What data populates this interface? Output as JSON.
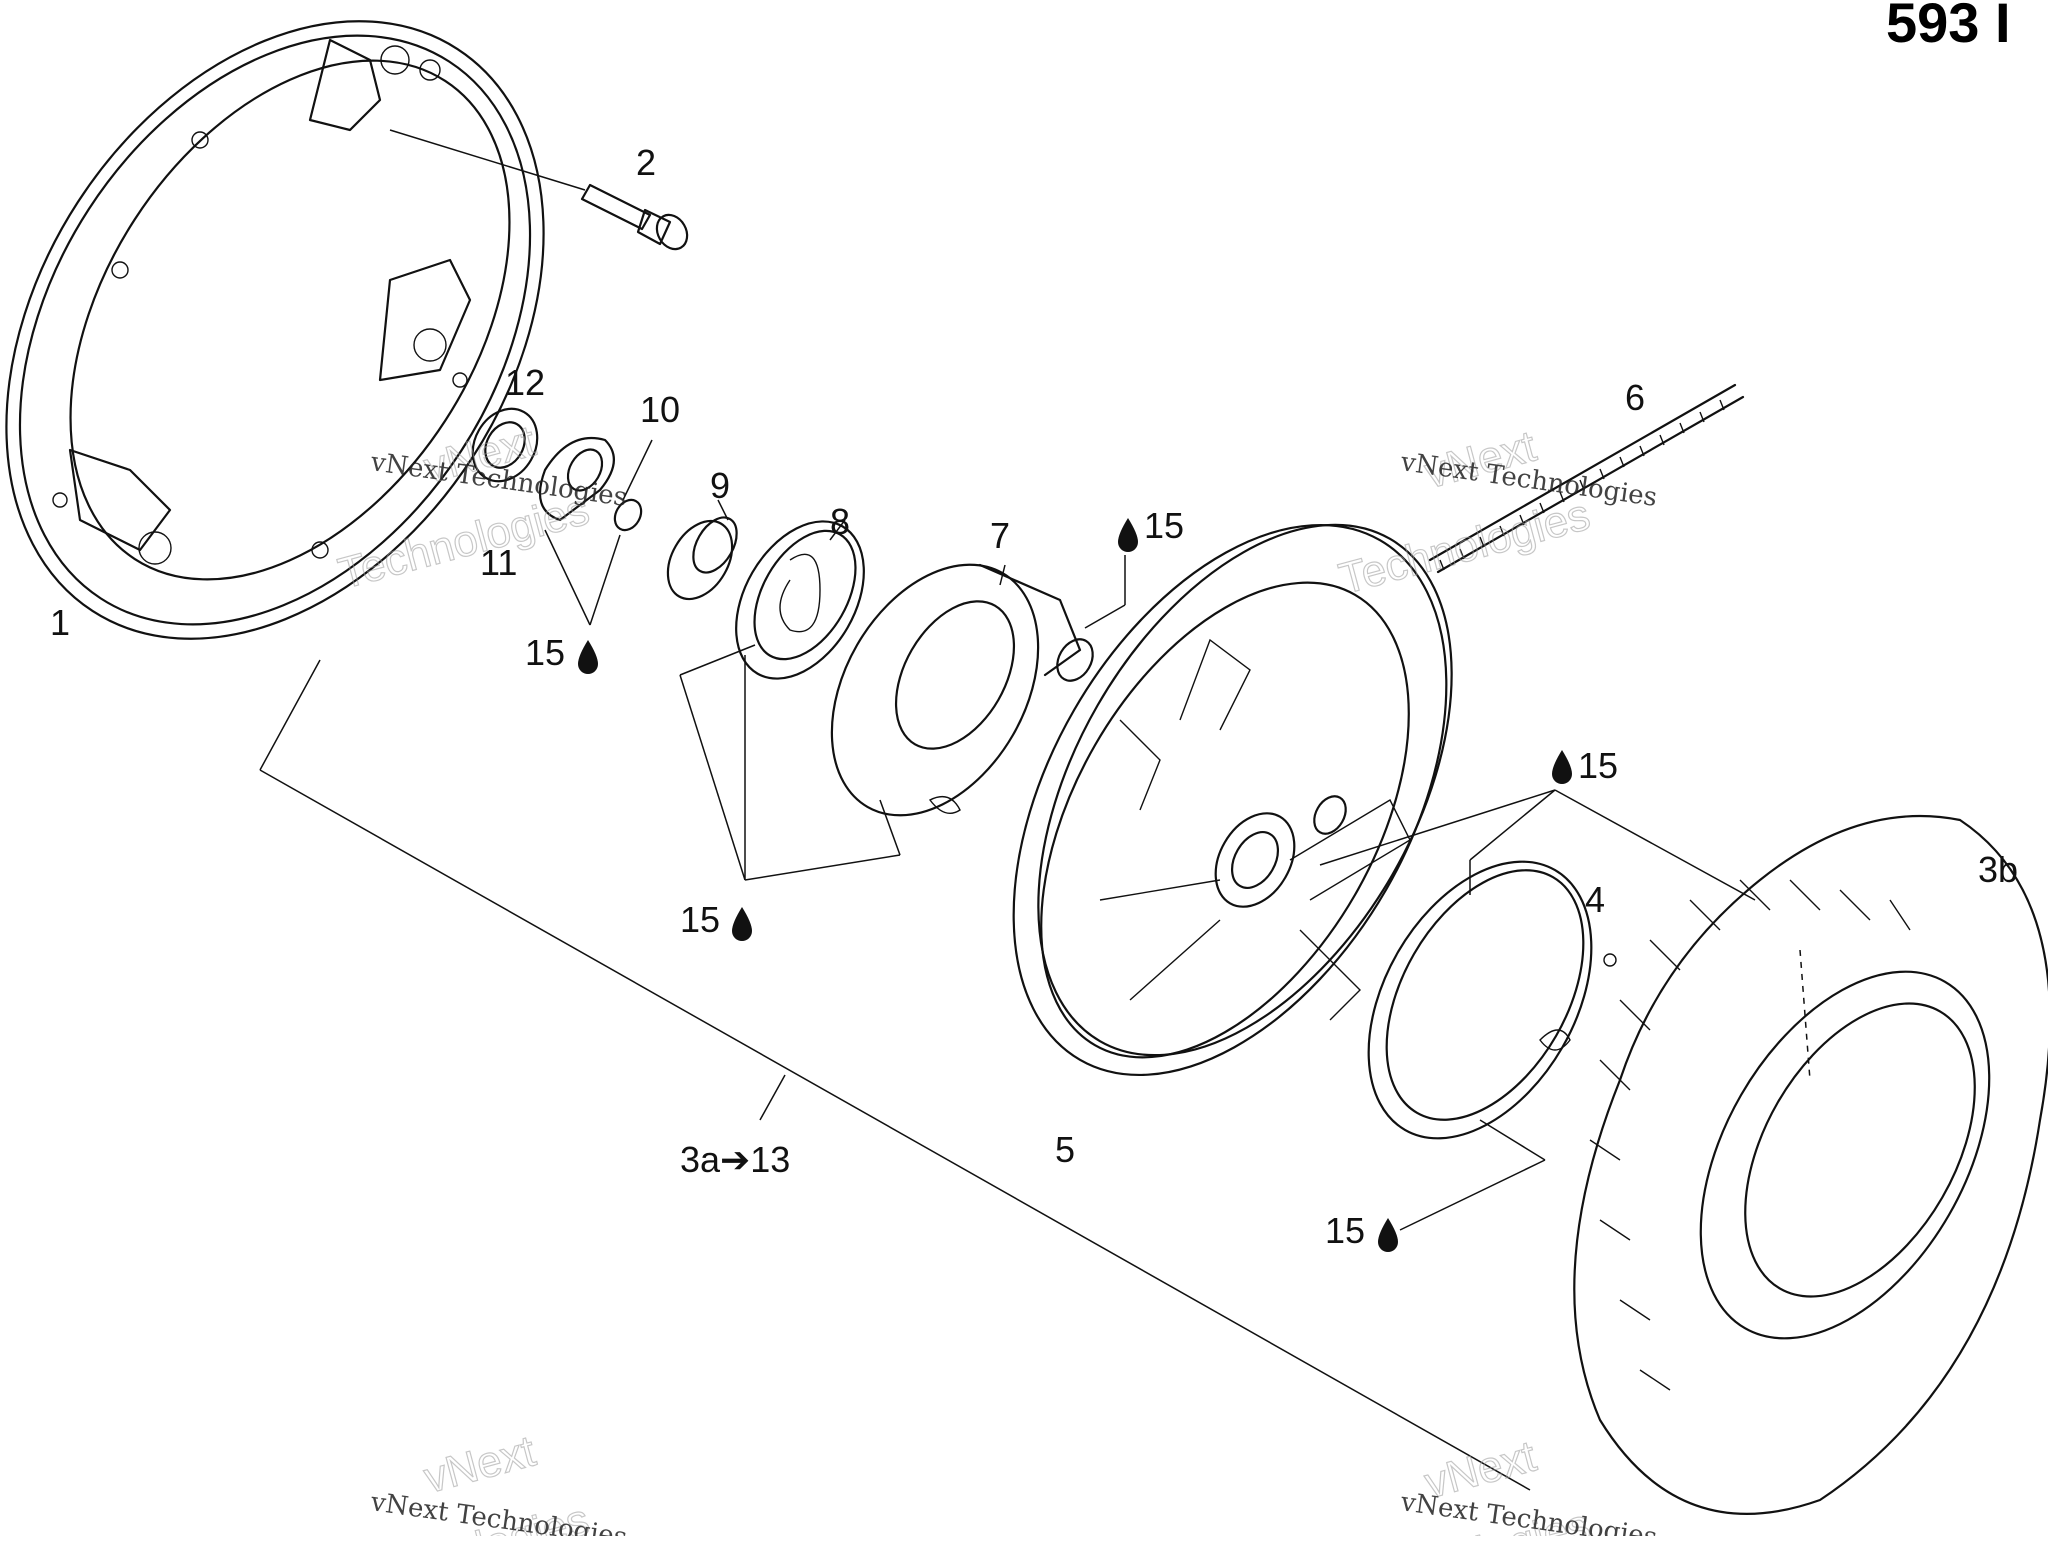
{
  "diagram": {
    "code": "593 I",
    "callouts": [
      {
        "id": "c1",
        "text": "1"
      },
      {
        "id": "c2",
        "text": "2"
      },
      {
        "id": "c12",
        "text": "12"
      },
      {
        "id": "c10",
        "text": "10"
      },
      {
        "id": "c9",
        "text": "9"
      },
      {
        "id": "c11",
        "text": "11"
      },
      {
        "id": "c8",
        "text": "8"
      },
      {
        "id": "c7",
        "text": "7"
      },
      {
        "id": "c6",
        "text": "6"
      },
      {
        "id": "c4",
        "text": "4"
      },
      {
        "id": "c3b",
        "text": "3b"
      },
      {
        "id": "c5",
        "text": "5"
      },
      {
        "id": "c3a",
        "text": "3a➔13"
      }
    ],
    "lube_callouts": [
      {
        "id": "l1",
        "text": "15",
        "drop_side": "right"
      },
      {
        "id": "l2",
        "text": "15",
        "drop_side": "left"
      },
      {
        "id": "l3",
        "text": "15",
        "drop_side": "right"
      },
      {
        "id": "l4",
        "text": "15",
        "drop_side": "left"
      },
      {
        "id": "l5",
        "text": "15",
        "drop_side": "right"
      }
    ],
    "watermark": {
      "brand": "vNext",
      "brand2": "Technologies",
      "small": "vNext Technologies"
    }
  }
}
